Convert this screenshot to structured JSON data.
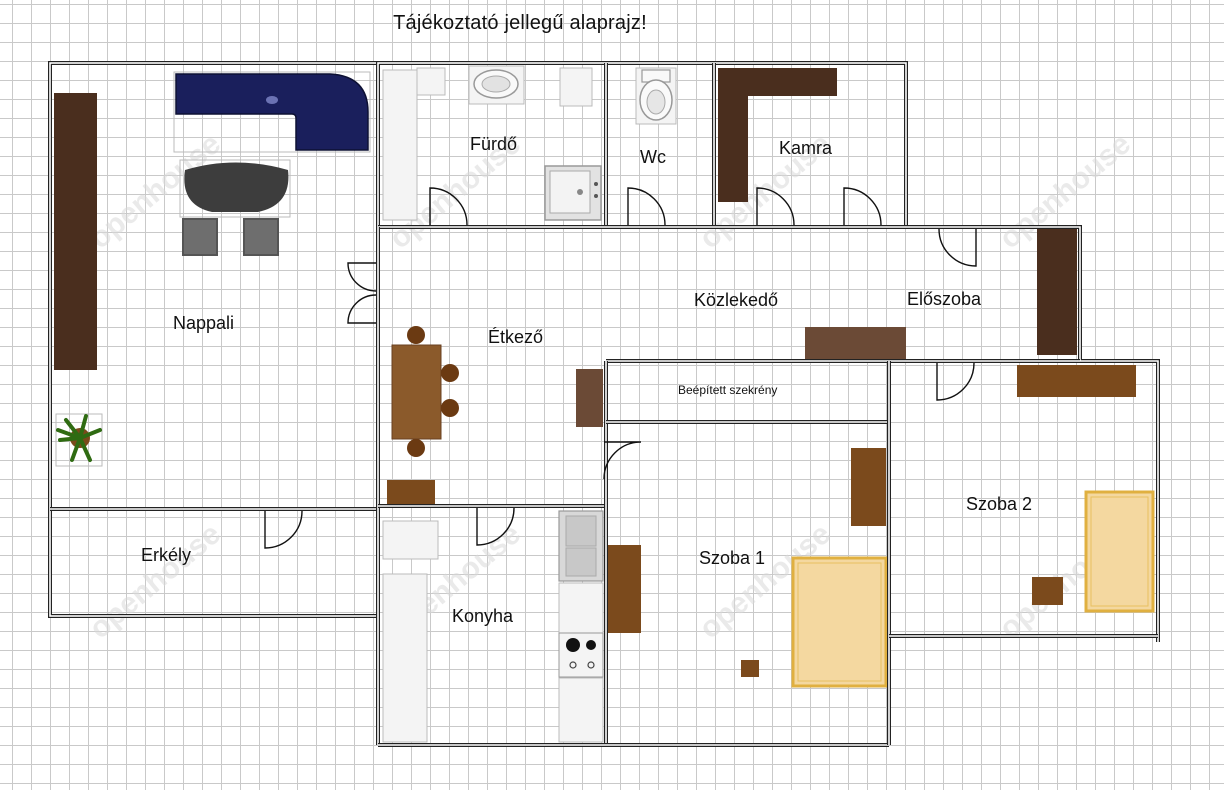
{
  "title": "Tájékoztató jellegű alaprajz!",
  "rooms": {
    "nappali": "Nappali",
    "furdo": "Fürdő",
    "wc": "Wc",
    "kamra": "Kamra",
    "etkezo": "Étkező",
    "kozlekedo": "Közlekedő",
    "eloszoba": "Előszoba",
    "beepitett": "Beépített szekrény",
    "erkely": "Erkély",
    "konyha": "Konyha",
    "szoba1": "Szoba 1",
    "szoba2": "Szoba 2"
  },
  "watermark": "openhouse",
  "colors": {
    "wall": "#222222",
    "grid": "#c9c9c9",
    "dark_wood": "#4a2e1e",
    "wood": "#7b4a1c",
    "medium_wood": "#8b5a2b",
    "sofa": "#1a1f5c",
    "bed": "#f4d8a0",
    "bed_border": "#e0b040"
  }
}
